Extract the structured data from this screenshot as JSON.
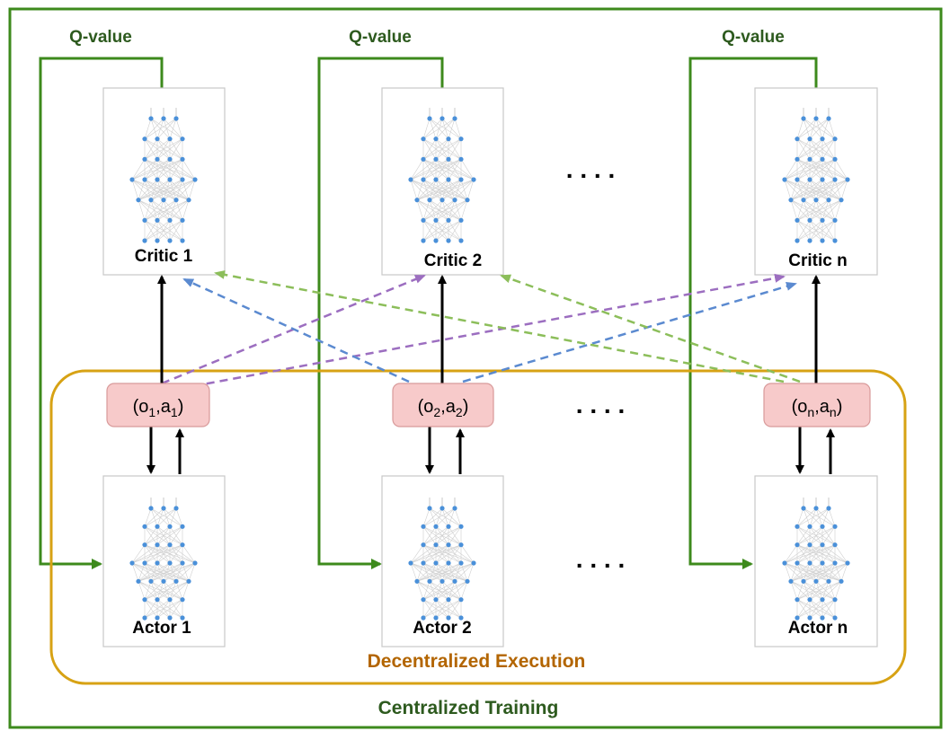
{
  "labels": {
    "q_value": "Q-value",
    "ellipsis": ". . . .",
    "decentralized": "Decentralized Execution",
    "centralized": "Centralized Training"
  },
  "agents": [
    {
      "critic": "Critic 1",
      "actor": "Actor 1",
      "obs": {
        "o_base": "(o",
        "o_sub": "1",
        "sep": ",a",
        "a_sub": "1",
        "close": ")"
      }
    },
    {
      "critic": "Critic 2",
      "actor": "Actor 2",
      "obs": {
        "o_base": "(o",
        "o_sub": "2",
        "sep": ",a",
        "a_sub": "2",
        "close": ")"
      }
    },
    {
      "critic": "Critic n",
      "actor": "Actor n",
      "obs": {
        "o_base": "(o",
        "o_sub": "n",
        "sep": ",a",
        "a_sub": "n",
        "close": ")"
      }
    }
  ],
  "colors": {
    "green": "#3d8a1c",
    "orange": "#d7a214",
    "obs_fill": "#f7caca",
    "obs_stroke": "#d89a9a",
    "purple": "#9c6ec0",
    "blue": "#5b8ad0",
    "light_green": "#8cbe5a",
    "dark_green_text": "#2d5a1e",
    "orange_text": "#b36500",
    "node": "#4a90d9"
  }
}
